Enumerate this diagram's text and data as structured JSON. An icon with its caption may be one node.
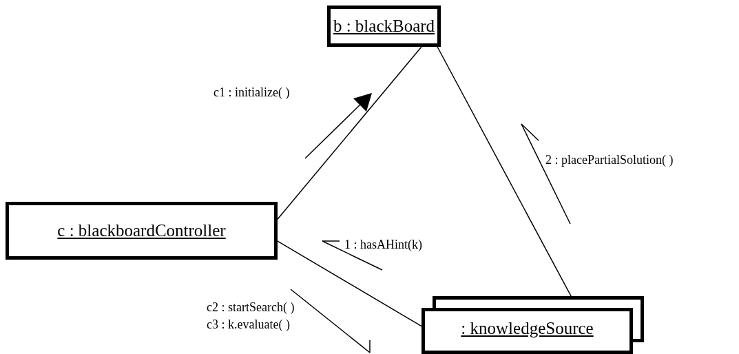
{
  "diagram": {
    "nodes": [
      {
        "text": [
          "b : blackBoard"
        ]
      },
      {
        "text": [
          "c : blackboardController"
        ]
      },
      {
        "text": [
          ": knowledgeSource"
        ]
      }
    ],
    "edges": [
      {
        "from": 1,
        "to": 0,
        "arrow": "none"
      },
      {
        "from": 0,
        "to": 2,
        "arrow": "none"
      },
      {
        "from": 1,
        "to": 2,
        "arrow": "none"
      }
    ],
    "labels": [
      "c1 : initialize( )",
      "2 : placePartialSolution( )",
      "1 : hasAHint(k)",
      "c2 : startSearch( )",
      "c3 : k.evaluate( )"
    ]
  }
}
